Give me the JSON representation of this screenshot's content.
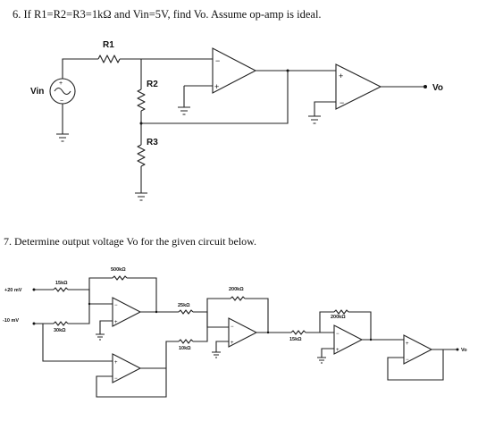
{
  "questions": {
    "q6": "6. If R1=R2=R3=1kΩ and Vin=5V, find Vo. Assume op-amp is ideal.",
    "q7": "7. Determine output voltage Vo for the given circuit below."
  },
  "circuit1": {
    "r1": "R1",
    "r2": "R2",
    "r3": "R3",
    "vin": "Vin",
    "vo": "Vo",
    "minus": "−",
    "plus": "+"
  },
  "circuit2": {
    "in1": "+20 mV",
    "in2": "-10 mV",
    "r15k_a": "15kΩ",
    "r30k": "30kΩ",
    "r500k": "500kΩ",
    "r25k": "25kΩ",
    "r200k_a": "200kΩ",
    "r10k": "10kΩ",
    "r15k_b": "15kΩ",
    "r200k_b": "200kΩ",
    "vo": "Vo",
    "minus": "−",
    "plus": "+"
  }
}
